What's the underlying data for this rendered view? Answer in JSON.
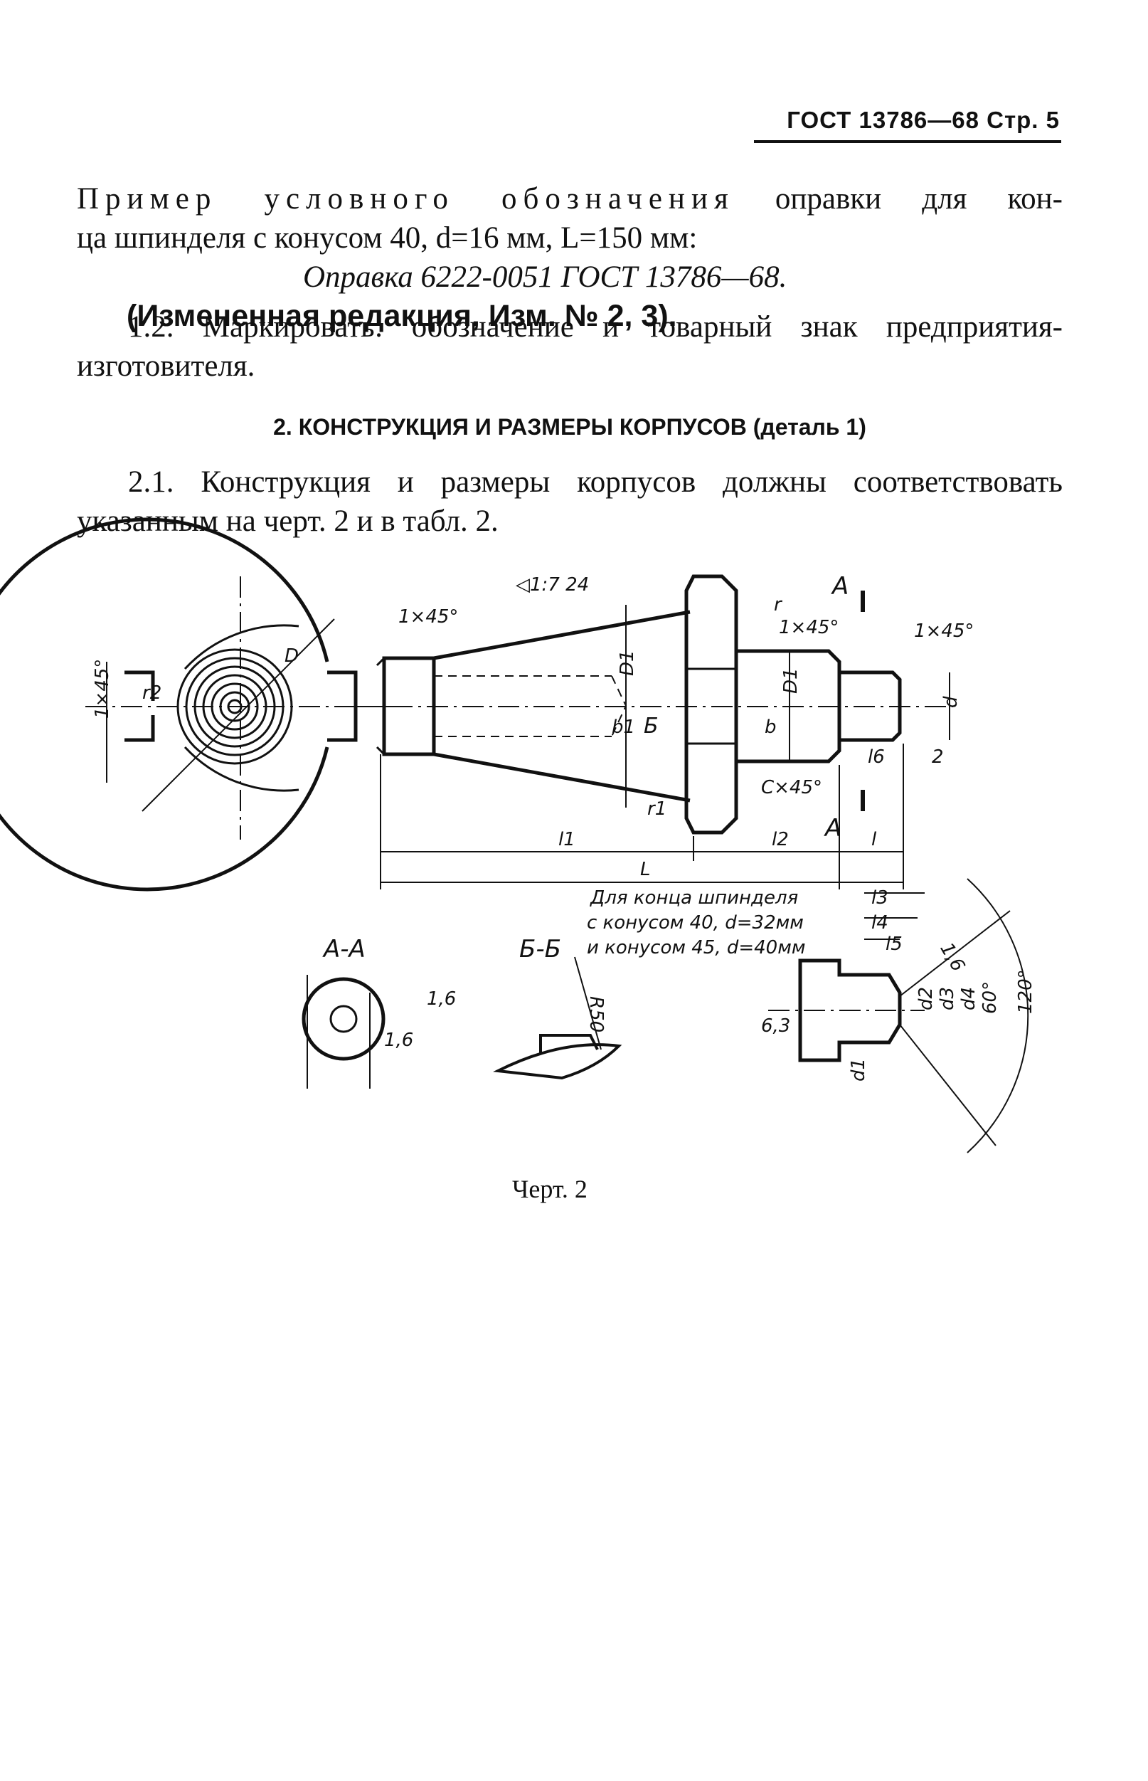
{
  "header": {
    "doc": "ГОСТ 13786—68 Стр. 5"
  },
  "para1": {
    "line1_spaced": "Пример условного обозначения",
    "line1_rest": "оправки для кон-",
    "line2": "ца шпинделя с конусом 40, d=16 мм, L=150 мм:",
    "designation": "Оправка 6222-0051 ГОСТ 13786—68.",
    "amend": "(Измененная редакция, Изм. № 2, 3)."
  },
  "para2": {
    "line1": "1.2. Маркировать: обозначение и товарный знак предприятия-",
    "line2": "изготовителя."
  },
  "section2": {
    "title": "2. КОНСТРУКЦИЯ И РАЗМЕРЫ КОРПУСОВ (деталь 1)"
  },
  "para3": {
    "line1": "2.1. Конструкция и размеры корпусов должны соответствовать",
    "line2": "указанным на черт. 2 и в табл. 2."
  },
  "drawing": {
    "labels": {
      "taper": "◁1:7 24",
      "chamfer_1x45_a": "1×45°",
      "chamfer_1x45_b": "1×45°",
      "chamfer_1x45_c": "1×45°",
      "chamfer_1x45_left": "1×45°",
      "chamfer_cx45": "C×45°",
      "r": "r",
      "r1": "r1",
      "r2": "r2",
      "D": "D",
      "D1_cone": "D1",
      "D1_shaft": "D1",
      "d": "d",
      "b": "b",
      "b1": "b1",
      "l": "l",
      "l1": "l1",
      "l2": "l2",
      "l6": "l6",
      "L": "L",
      "l3": "l3",
      "l4": "l4",
      "l5": "l5",
      "d1": "d1",
      "d2": "d2",
      "d3": "d3",
      "d4": "d4",
      "angle60": "60°",
      "angle120": "120°",
      "rough16a": "1,6",
      "rough16b": "1,6",
      "rough16c": "1,6",
      "rough63": "6,3",
      "r50": "R50",
      "num2": "2",
      "A_top": "А",
      "A_bot": "А",
      "section_AA": "А-А",
      "section_BB": "Б-Б",
      "B_mark": "Б",
      "note1": "Для конца шпинделя",
      "note2": "с конусом 40, d=32мм",
      "note3": "и конусом 45, d=40мм"
    }
  },
  "caption": "Черт. 2"
}
